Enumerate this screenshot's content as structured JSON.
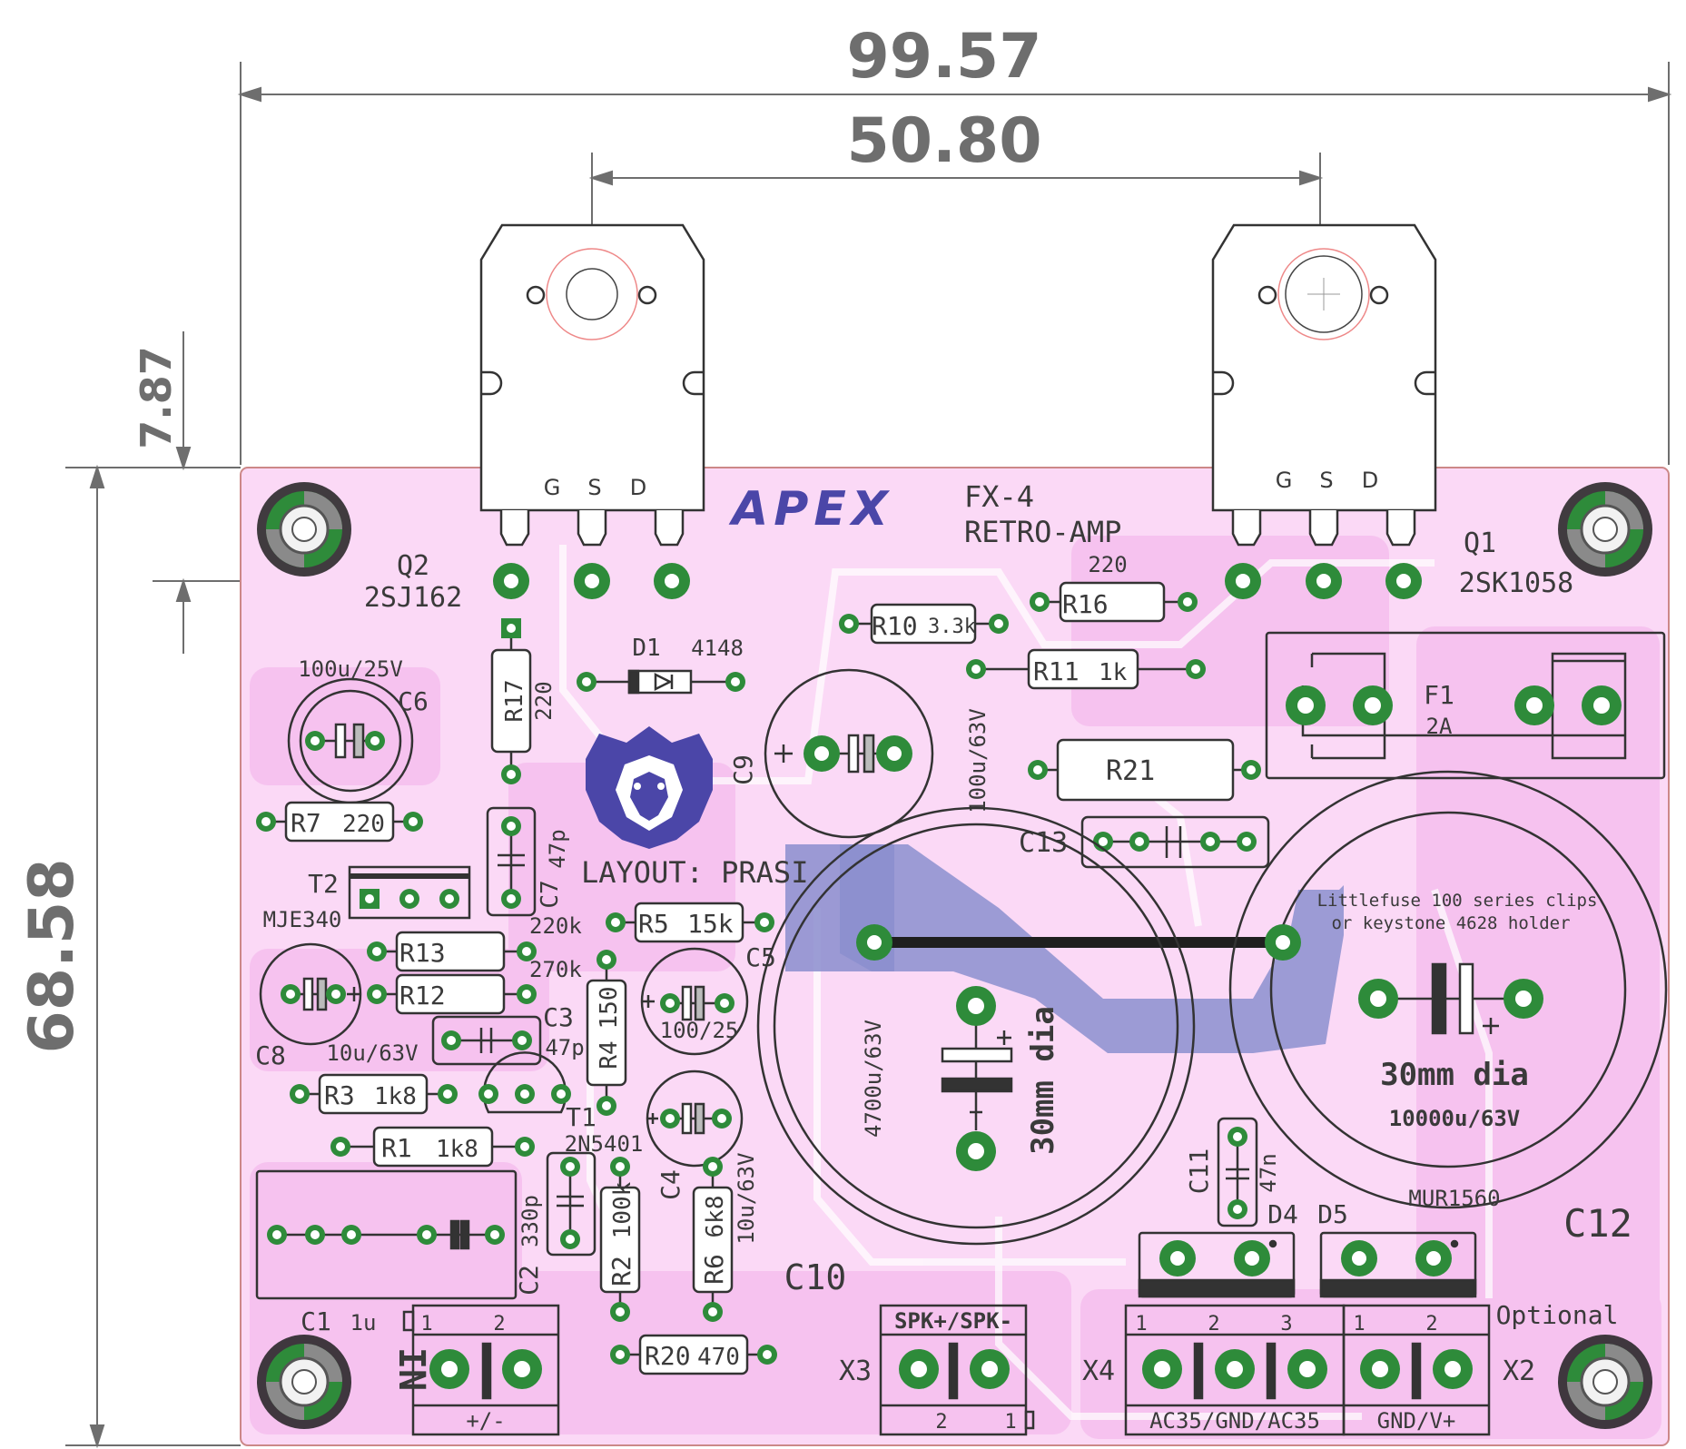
{
  "dimensions": {
    "overall_width": "99.57",
    "heatsink_spacing": "50.80",
    "board_height": "68.58",
    "transistor_offset": "7.87"
  },
  "board": {
    "logo": "APEX",
    "title_line1": "FX-4",
    "title_line2": "RETRO-AMP",
    "layout_credit": "LAYOUT: PRASI",
    "fuse_clip_note_line1": "Littlefuse 100 series clips",
    "fuse_clip_note_line2": "or keystone 4628 holder",
    "optional_label": "Optional",
    "in_label": "IN"
  },
  "colors": {
    "board_fill": "#fbd9f6",
    "copper_zone": "#f6c2ef",
    "trace_blue": "#8b8fcf",
    "pad_green": "#2e8b3a",
    "silk": "#3a3a3a",
    "logo_blue": "#4b46a8"
  },
  "mosfets": {
    "q2": {
      "ref": "Q2",
      "value": "2SJ162",
      "pins": [
        "G",
        "S",
        "D"
      ]
    },
    "q1": {
      "ref": "Q1",
      "value": "2SK1058",
      "pins": [
        "G",
        "S",
        "D"
      ]
    }
  },
  "components": {
    "d1": {
      "ref": "D1",
      "value": "4148"
    },
    "r17": {
      "ref": "R17",
      "value": "220"
    },
    "r10": {
      "ref": "R10",
      "value": "3.3k"
    },
    "r16": {
      "ref": "R16",
      "value": "220"
    },
    "r11": {
      "ref": "R11",
      "value": "1k"
    },
    "r21": {
      "ref": "R21"
    },
    "c13": {
      "ref": "C13"
    },
    "f1": {
      "ref": "F1",
      "value": "2A"
    },
    "c6": {
      "ref": "C6",
      "value": "100u/25V"
    },
    "c9": {
      "ref": "C9",
      "value": "100u/63V"
    },
    "r7": {
      "ref": "R7",
      "value": "220"
    },
    "c7": {
      "ref": "C7",
      "value": "47p"
    },
    "t2": {
      "ref": "T2",
      "value": "MJE340"
    },
    "r5": {
      "ref": "R5",
      "value": "15k"
    },
    "r13": {
      "ref": "R13",
      "value": "220k"
    },
    "r12": {
      "ref": "R12",
      "value": "270k"
    },
    "c5": {
      "ref": "C5",
      "value": "100/25"
    },
    "r4": {
      "ref": "R4",
      "value": "150"
    },
    "c3": {
      "ref": "C3",
      "value": "47p"
    },
    "c8": {
      "ref": "C8",
      "value": "10u/63V"
    },
    "r3": {
      "ref": "R3",
      "value": "1k8"
    },
    "t1": {
      "ref": "T1",
      "value": "2N5401"
    },
    "r1": {
      "ref": "R1",
      "value": "1k8"
    },
    "c4": {
      "ref": "C4",
      "value": "10u/63V"
    },
    "r6": {
      "ref": "R6",
      "value": "6k8"
    },
    "r2": {
      "ref": "R2",
      "value": "100k"
    },
    "c2": {
      "ref": "C2",
      "value": "330p"
    },
    "c1": {
      "ref": "C1",
      "value": "1u"
    },
    "r20": {
      "ref": "R20",
      "value": "470"
    },
    "c10": {
      "ref": "C10",
      "value": "4700u/63V",
      "note": "30mm dia"
    },
    "c12": {
      "ref": "C12",
      "value": "10000u/63V",
      "note": "30mm dia"
    },
    "c11": {
      "ref": "C11",
      "value": "47n"
    },
    "d4": {
      "ref": "D4"
    },
    "d5": {
      "ref": "D5"
    },
    "mur": {
      "value": "MUR1560"
    }
  },
  "connectors": {
    "in": {
      "pins": [
        "1",
        "2"
      ],
      "label": "+/-"
    },
    "x3": {
      "ref": "X3",
      "top_label": "SPK+/SPK-",
      "pins": [
        "2",
        "1"
      ]
    },
    "x4": {
      "ref": "X4",
      "label": "AC35/GND/AC35",
      "pins": [
        "1",
        "2",
        "3"
      ]
    },
    "x2": {
      "ref": "X2",
      "label": "GND/V+",
      "pins": [
        "1",
        "2"
      ]
    }
  }
}
